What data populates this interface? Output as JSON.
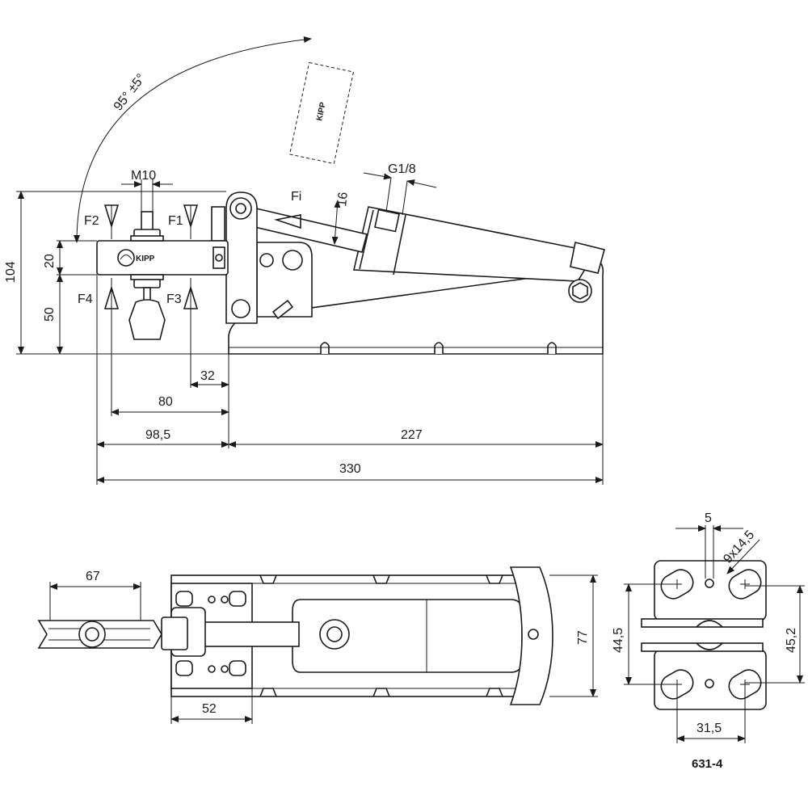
{
  "labels": {
    "angle": "95° ±5°",
    "thread": "M10",
    "port": "G1/8",
    "force_i": "Fi",
    "force_1": "F1",
    "force_2": "F2",
    "force_3": "F3",
    "force_4": "F4",
    "part_number": "631-4",
    "logo_text": "KIPP"
  },
  "dimensions": {
    "d104": "104",
    "d20": "20",
    "d50": "50",
    "d16": "16",
    "d32": "32",
    "d80": "80",
    "d98_5": "98,5",
    "d227": "227",
    "d330": "330",
    "d67": "67",
    "d52": "52",
    "d77": "77",
    "d5": "5",
    "d9x14_5": "9x14,5",
    "d44_5": "44,5",
    "d45_2": "45,2",
    "d31_5": "31,5"
  }
}
